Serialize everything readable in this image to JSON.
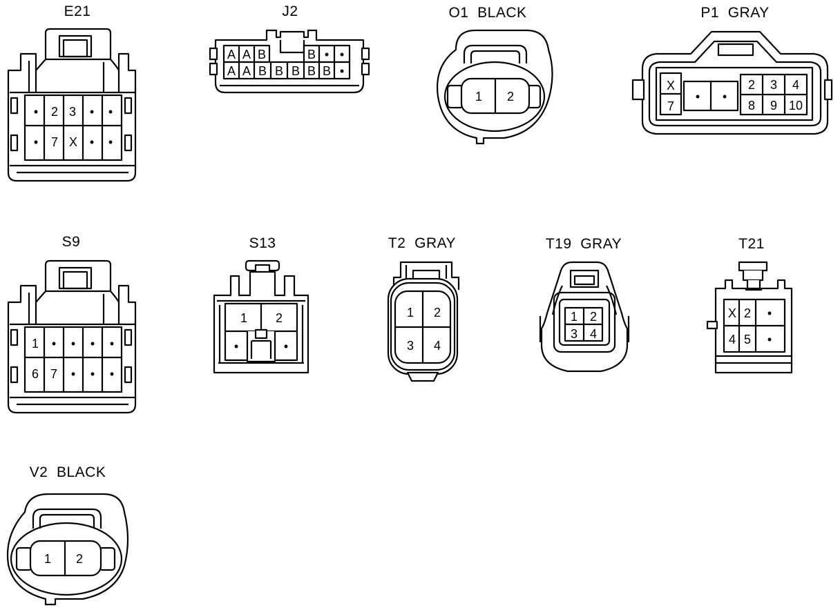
{
  "connectors": {
    "e21": {
      "name": "E21",
      "pins": [
        "•",
        "2",
        "3",
        "•",
        "•",
        "•",
        "7",
        "X",
        "•",
        "•"
      ]
    },
    "j2": {
      "name": "J2",
      "pins": [
        "A",
        "A",
        "B",
        "B",
        "•",
        "•",
        "A",
        "A",
        "B",
        "B",
        "B",
        "B",
        "B",
        "•",
        "•"
      ]
    },
    "o1": {
      "name": "O1  BLACK",
      "pins": [
        "1",
        "2"
      ]
    },
    "p1": {
      "name": "P1  GRAY",
      "pins": [
        "X",
        "7",
        "•",
        "•",
        "2",
        "3",
        "4",
        "8",
        "9",
        "10"
      ]
    },
    "s9": {
      "name": "S9",
      "pins": [
        "1",
        "•",
        "•",
        "•",
        "6",
        "7",
        "•",
        "•",
        "•"
      ]
    },
    "s13": {
      "name": "S13",
      "pins": [
        "1",
        "2",
        "•",
        "•"
      ]
    },
    "t2": {
      "name": "T2  GRAY",
      "pins": [
        "1",
        "2",
        "3",
        "4"
      ]
    },
    "t19": {
      "name": "T19  GRAY",
      "pins": [
        "1",
        "2",
        "3",
        "4"
      ]
    },
    "t21": {
      "name": "T21",
      "pins": [
        "X",
        "2",
        "•",
        "4",
        "5",
        "•"
      ]
    },
    "v2": {
      "name": "V2  BLACK",
      "pins": [
        "1",
        "2"
      ]
    }
  }
}
